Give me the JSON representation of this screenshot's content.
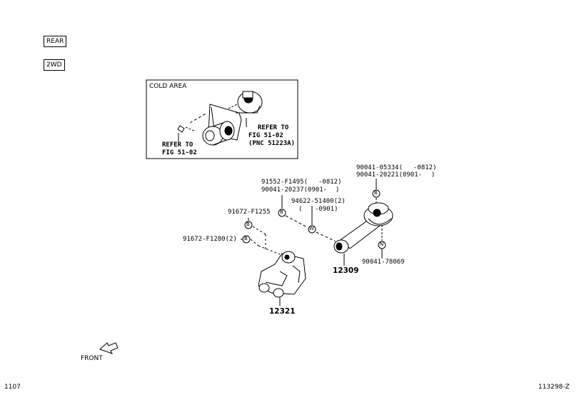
{
  "tags": {
    "rear": "REAR",
    "drive": "2WD"
  },
  "inset": {
    "title": "COLD AREA",
    "refer_left": [
      "REFER TO",
      "FIG 51-02"
    ],
    "refer_right": [
      "REFER TO",
      "FIG 51-02",
      "(PNC 51223A)"
    ]
  },
  "callouts": {
    "p90041_05334": "90041-05334(",
    "p90041_05334_range": "-0812)",
    "p90041_20221": "90041-20221(0901-",
    "p90041_20221_range": ")",
    "p91552": "91552-F1495(",
    "p91552_range": "-0812)",
    "p90041_20237": "90041-20237(0901-",
    "p90041_20237_range": ")",
    "p94622": "94622-51400(2)",
    "p94622_range": "(",
    "p94622_range2": "-0901)",
    "p91672_f1255": "91672-F1255",
    "p91672_f1280": "91672-F1280(2)",
    "p90041_78069": "90041-78069"
  },
  "parts": {
    "p12309": "12309",
    "p12321": "12321"
  },
  "markers": {
    "b": "B",
    "w": "W",
    "n": "N"
  },
  "front_label": "FRONT",
  "footer": {
    "left": "1107",
    "right": "113298-Z"
  }
}
